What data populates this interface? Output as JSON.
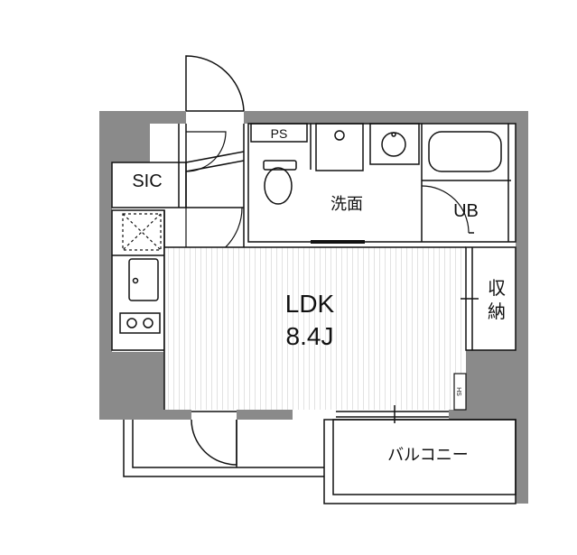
{
  "rooms": {
    "ps": "PS",
    "sic": "SIC",
    "washroom": "洗面",
    "ub": "UB",
    "storage_line1": "収",
    "storage_line2": "納",
    "ldk_name": "LDK",
    "ldk_size": "8.4J",
    "balcony": "バルコニー",
    "meter": "HS"
  },
  "colors": {
    "wall": "#8a8a8a",
    "line": "#111111",
    "floor_stripe": "#e4e4e4",
    "background": "#ffffff"
  }
}
